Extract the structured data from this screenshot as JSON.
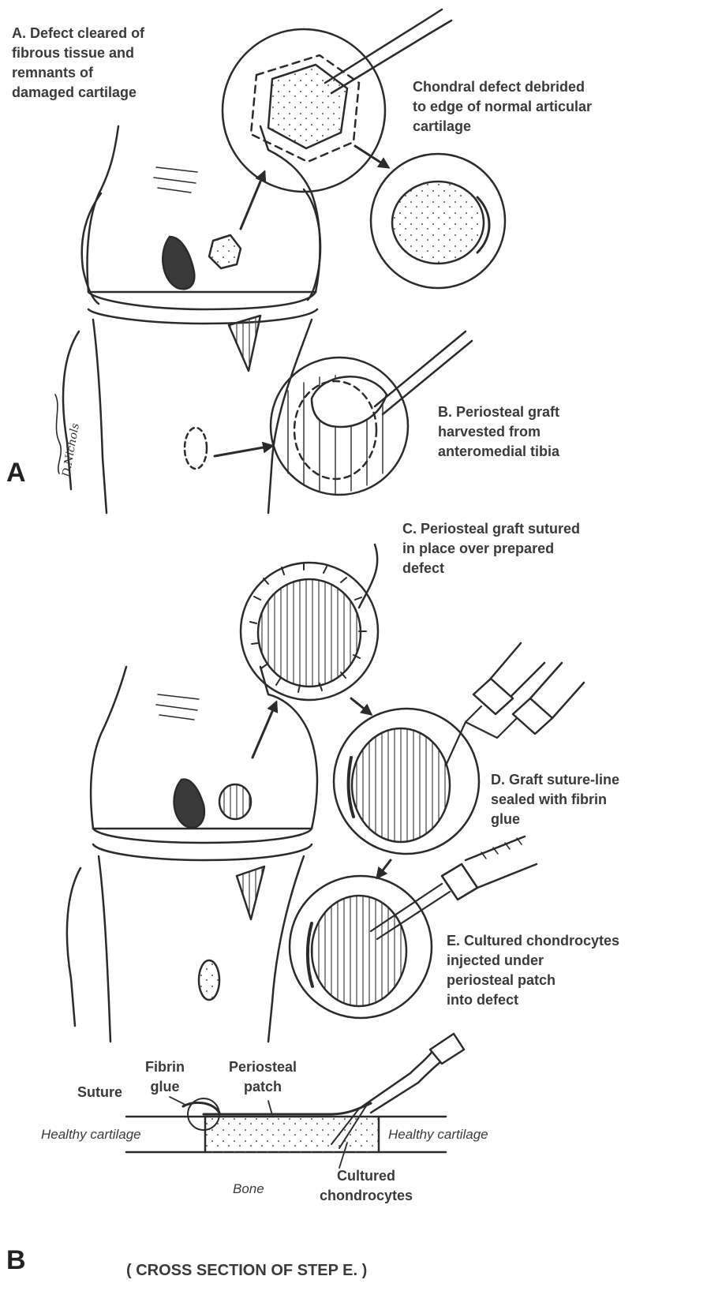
{
  "panels": {
    "a": {
      "tag": "A",
      "step_a": "A. Defect cleared of\nfibrous tissue and\nremnants of\ndamaged cartilage",
      "debrided": "Chondral defect debrided\nto edge of normal articular\ncartilage",
      "step_b": "B. Periosteal graft\nharvested from\nanteromedial tibia"
    },
    "b": {
      "tag": "B",
      "step_c": "C. Periosteal graft sutured\nin place over prepared\ndefect",
      "step_d": "D. Graft suture-line\nsealed with fibrin\nglue",
      "step_e": "E. Cultured chondrocytes\ninjected under\nperiosteal patch\ninto defect"
    }
  },
  "cross_section": {
    "fibrin_glue": "Fibrin\nglue",
    "periosteal_patch": "Periosteal\npatch",
    "suture": "Suture",
    "healthy_left": "Healthy cartilage",
    "healthy_right": "Healthy cartilage",
    "cultured": "Cultured\nchondrocytes",
    "bone": "Bone",
    "caption": "( CROSS SECTION OF STEP E. )"
  }
}
